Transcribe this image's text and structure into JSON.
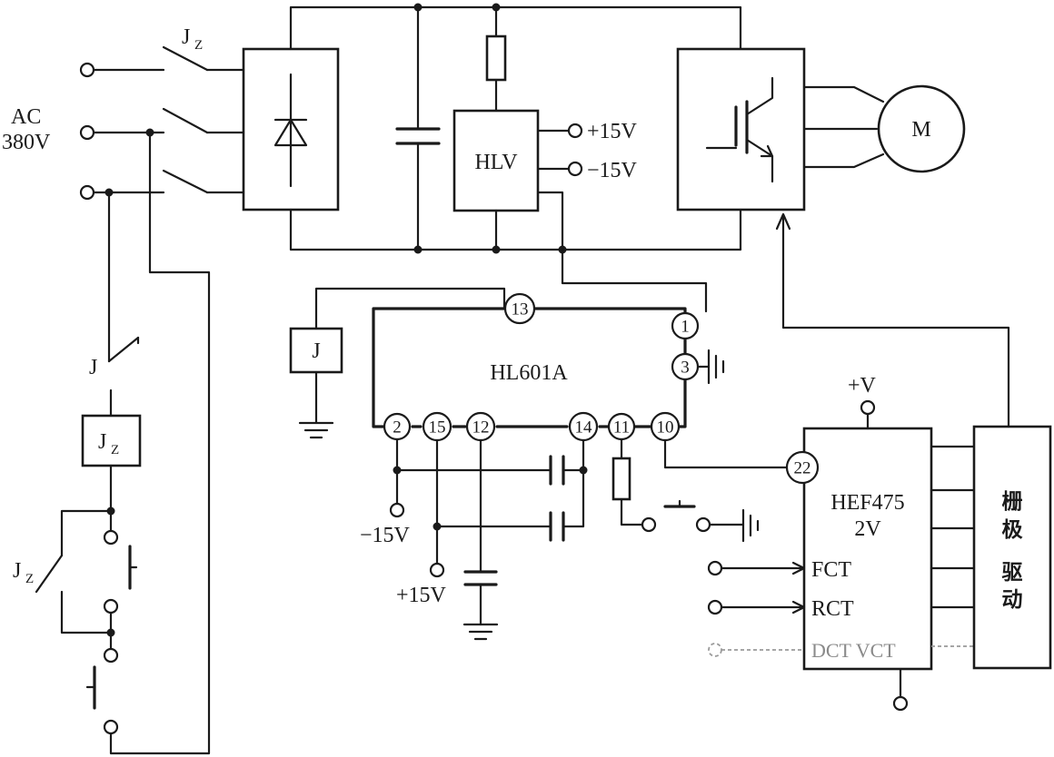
{
  "power": {
    "ac_label": "AC",
    "voltage_label": "380V"
  },
  "components": {
    "contactor_main": "J",
    "contactor_main_sub": "Z",
    "contactor_coil": "J",
    "contactor_coil_sub": "Z",
    "contactor_aux": "J",
    "contactor_aux_sub": "Z",
    "relay_contact": "J",
    "relay_coil": "J",
    "hlv": "HLV",
    "motor": "M",
    "ic_main": "HL601A",
    "ic_pwm_line1": "HEF475",
    "ic_pwm_line2": "2V",
    "gate_driver": [
      "栅",
      "极",
      "驱",
      "动"
    ]
  },
  "hlv_outputs": {
    "plus": "+15V",
    "minus": "−15V"
  },
  "pins": {
    "p13": "13",
    "p1": "1",
    "p3": "3",
    "p2": "2",
    "p15": "15",
    "p12": "12",
    "p14": "14",
    "p11": "11",
    "p10": "10",
    "p22": "22"
  },
  "supply_labels": {
    "neg15": "−15V",
    "pos15": "+15V",
    "vplus": "+V"
  },
  "pwm_inputs": {
    "fct": "FCT",
    "rct": "RCT",
    "dct_vct": "DCT VCT"
  }
}
